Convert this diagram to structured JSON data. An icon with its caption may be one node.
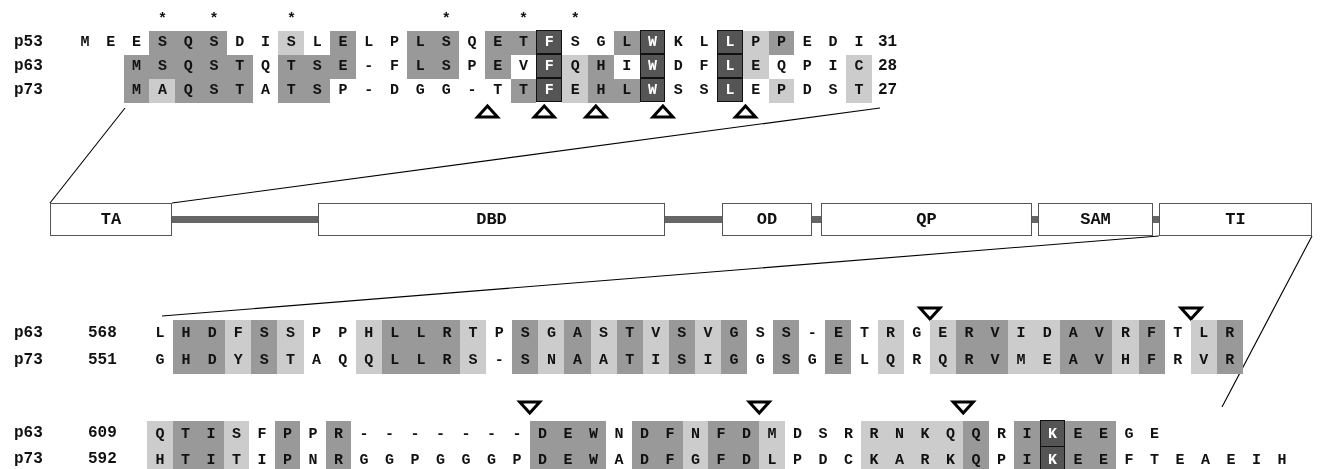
{
  "diagram": {
    "nodes": [
      {
        "text": [
          "TA"
        ]
      },
      {
        "text": [
          "DBD"
        ]
      },
      {
        "text": [
          "OD"
        ]
      },
      {
        "text": [
          "QP"
        ]
      },
      {
        "text": [
          "SAM"
        ]
      },
      {
        "text": [
          "TI"
        ]
      }
    ],
    "edges": [
      {
        "from": 0,
        "to": 1,
        "arrow": "none"
      },
      {
        "from": 1,
        "to": 2,
        "arrow": "none"
      },
      {
        "from": 2,
        "to": 3,
        "arrow": "none"
      },
      {
        "from": 3,
        "to": 4,
        "arrow": "none"
      },
      {
        "from": 4,
        "to": 5,
        "arrow": "none"
      },
      {
        "from": 0,
        "to": null,
        "arrow": "none",
        "color": "#000000"
      },
      {
        "from": 0,
        "to": null,
        "arrow": "none",
        "color": "#000000"
      },
      {
        "from": 5,
        "to": null,
        "arrow": "none",
        "color": "#000000"
      },
      {
        "from": 5,
        "to": null,
        "arrow": "none",
        "color": "#000000"
      }
    ],
    "labels": [
      "*",
      "*",
      "*",
      "*",
      "*",
      "*",
      "p53",
      "M E E S Q S D I S L E L P L S Q E T F S G L W K L L P P E D I",
      "31",
      "p63",
      "M S Q S T Q T S E - F L S P E V F Q H I W D F L E Q P I C",
      "28",
      "p73",
      "M A Q S T A T S P - D G G - T T F E H L W S S L E P D S T",
      "27",
      "p63",
      "568",
      "L H D F S S P P H L L R T P S G A S T V S V G S S - E T R G E R V I D A V R F T L R",
      "p73",
      "551",
      "G H D Y S T A Q Q L L R S - S N A A T I S I G G S G E L Q R Q R V M E A V H F R V R",
      "p63",
      "609",
      "Q T I S F P P R - - - - - - - D E W N D F N F D M D S R R N K Q Q R I K E E G E",
      "p73",
      "592",
      "H T I T I P N R G G P G G G P D E W A D F G F D L P D C K A R K Q P I K E E F T E A E I H"
    ]
  }
}
